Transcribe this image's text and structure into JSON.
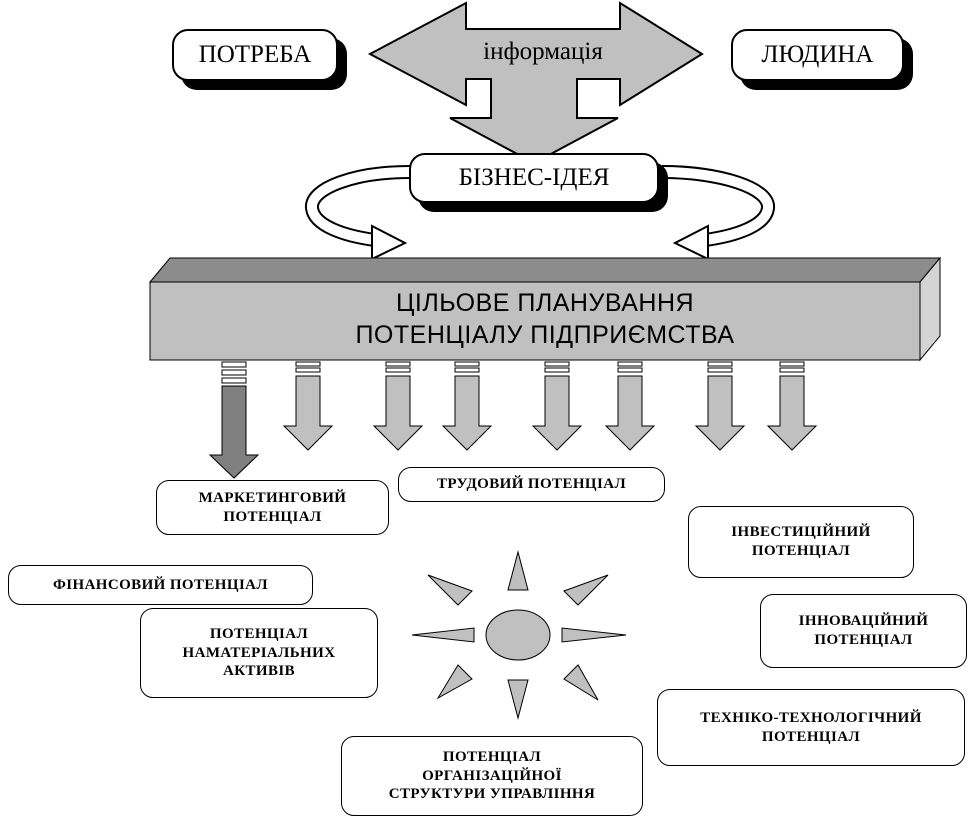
{
  "top": {
    "need": "ПОТРЕБА",
    "information": "інформація",
    "person": "ЛЮДИНА",
    "business_idea": "БІЗНЕС-ІДЕЯ"
  },
  "planning": {
    "line1": "ЦІЛЬОВЕ ПЛАНУВАННЯ",
    "line2": "ПОТЕНЦІАЛУ ПІДПРИЄМСТВА"
  },
  "potentials": {
    "marketing": "МАРКЕТИНГОВИЙ\nПОТЕНЦІАЛ",
    "labor": "ТРУДОВИЙ ПОТЕНЦІАЛ",
    "investment": "ІНВЕСТИЦІЙНИЙ\nПОТЕНЦІАЛ",
    "financial": "ФІНАНСОВИЙ ПОТЕНЦІАЛ",
    "innovation": "ІННОВАЦІЙНИЙ\nПОТЕНЦІАЛ",
    "intangible": "ПОТЕНЦІАЛ\nНАМАТЕРІАЛЬНИХ\nАКТИВІВ",
    "technical": "ТЕХНІКО-ТЕХНОЛОГІЧНИЙ\nПОТЕНЦІАЛ",
    "org_structure": "ПОТЕНЦІАЛ\nОРГАНІЗАЦІЙНОЇ\nСТРУКТУРИ УПРАВЛІННЯ"
  },
  "colors": {
    "arrow_fill": "#c0c0c0",
    "beam_front": "#c0c0c0",
    "beam_top": "#8c8c8c",
    "dark_arrow": "#808080"
  }
}
